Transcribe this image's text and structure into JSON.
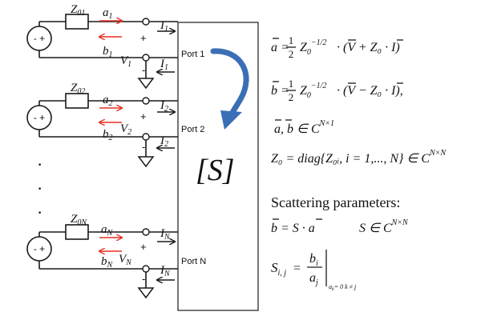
{
  "colors": {
    "wave_arrow": "#e53222",
    "curved_arrow": "#3a6fb5",
    "line": "#1a1a1a"
  },
  "icons": [
    "voltage-source-icon",
    "ground-icon",
    "curved-arrow-icon"
  ],
  "ports": [
    {
      "label": "Port 1",
      "Z": "Z",
      "Zsub": "01",
      "a": "a",
      "asub": "1",
      "b": "b",
      "bsub": "1",
      "V": "V",
      "Vsub": "1",
      "I": "I",
      "Isub": "1"
    },
    {
      "label": "Port 2",
      "Z": "Z",
      "Zsub": "02",
      "a": "a",
      "asub": "2",
      "b": "b",
      "bsub": "2",
      "V": "V",
      "Vsub": "2",
      "I": "I",
      "Isub": "2"
    },
    {
      "label": "Port N",
      "Z": "Z",
      "Zsub": "0N",
      "a": "a",
      "asub": "N",
      "b": "b",
      "bsub": "N",
      "V": "V",
      "Vsub": "N",
      "I": "I",
      "Isub": "N"
    }
  ],
  "source_sign": "- +",
  "polarity": {
    "plus": "+",
    "minus": "-"
  },
  "matrix_label": "[S]",
  "ellipsis_dots": "·",
  "equations": {
    "a_lhs": "a =",
    "b_lhs": "b =",
    "half_num": "1",
    "half_den": "2",
    "Z0": "Z",
    "Z0_sub": "0",
    "Z0_exp": "−1/2",
    "a_rhs": "· (V + Z₀ · I)",
    "b_rhs": "· (V − Z₀ · I),",
    "membership": "a, b ∈ C",
    "membership_exp": "N×1",
    "diag_line": "Z₀ = diag{Z₀ᵢ, i = 1,..., N} ∈ C",
    "diag_exp": "N×N",
    "scattering_title": "Scattering parameters:",
    "bSa": "b = S · a",
    "S_member": "S ∈ C",
    "S_member_exp": "N×N",
    "Sij": "S",
    "Sij_sub": "i, j",
    "Sij_eq": "=",
    "bi": "b",
    "bi_sub": "i",
    "aj": "a",
    "aj_sub": "j",
    "cond": "a",
    "cond_sub": "k",
    "cond_rest": "= 0 k ≠ j"
  }
}
